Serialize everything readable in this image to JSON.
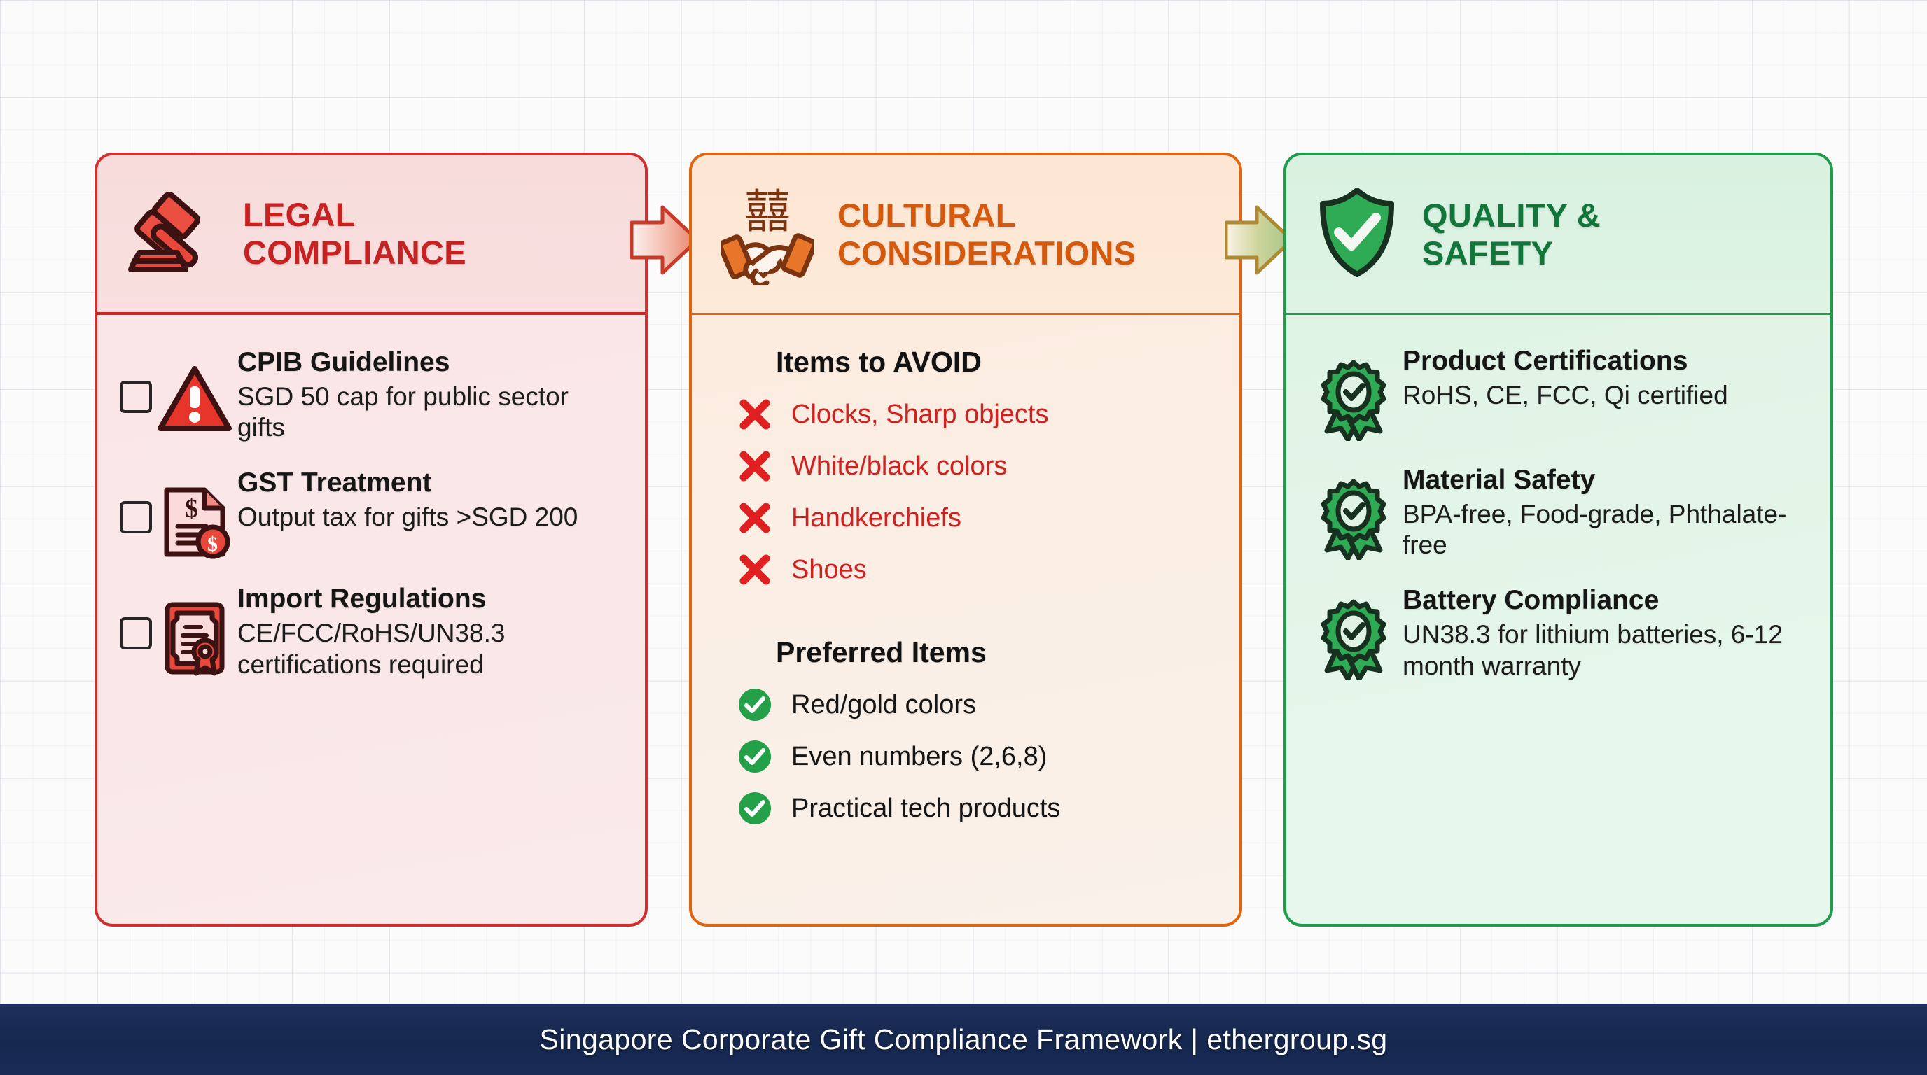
{
  "background": {
    "style": "grid-paper",
    "grid_color": "#96a0b4"
  },
  "panels": [
    {
      "id": "legal",
      "title": "LEGAL\nCOMPLIANCE",
      "title_line1": "LEGAL",
      "title_line2": "COMPLIANCE",
      "accent_color": "#c62222",
      "border_color": "#d32f2f",
      "header_icon": "gavel-icon",
      "items": [
        {
          "checkbox": false,
          "icon": "warning-triangle-icon",
          "title": "CPIB Guidelines",
          "desc": "SGD 50 cap for public sector gifts"
        },
        {
          "checkbox": false,
          "icon": "invoice-dollar-icon",
          "title": "GST Treatment",
          "desc": "Output tax for gifts >SGD 200"
        },
        {
          "checkbox": false,
          "icon": "certificate-seal-icon",
          "title": "Import Regulations",
          "desc": "CE/FCC/RoHS/UN38.3 certifications required"
        }
      ]
    },
    {
      "id": "cultural",
      "title_line1": "CULTURAL",
      "title_line2": "CONSIDERATIONS",
      "accent_color": "#d4590c",
      "border_color": "#df6511",
      "header_icon": "handshake-double-happiness-icon",
      "header_icon_glyph": "囍",
      "avoid": {
        "heading": "Items to AVOID",
        "marker": "red-x-icon",
        "items": [
          "Clocks, Sharp objects",
          "White/black colors",
          "Handkerchiefs",
          "Shoes"
        ]
      },
      "preferred": {
        "heading": "Preferred Items",
        "marker": "green-check-circle-icon",
        "items": [
          "Red/gold colors",
          "Even numbers (2,6,8)",
          "Practical tech products"
        ]
      }
    },
    {
      "id": "quality",
      "title_line1": "QUALITY &",
      "title_line2": "SAFETY",
      "accent_color": "#11763a",
      "border_color": "#1f9d4d",
      "header_icon": "shield-check-icon",
      "items": [
        {
          "icon": "award-rosette-check-icon",
          "title": "Product Certifications",
          "desc": "RoHS, CE, FCC, Qi certified"
        },
        {
          "icon": "award-rosette-check-icon",
          "title": "Material Safety",
          "desc": "BPA-free, Food-grade, Phthalate-free"
        },
        {
          "icon": "award-rosette-check-icon",
          "title": "Battery Compliance",
          "desc": "UN38.3 for lithium batteries, 6-12 month warranty"
        }
      ]
    }
  ],
  "arrows": [
    {
      "id": "arrow-legal-to-cultural",
      "from": "legal",
      "to": "cultural",
      "color_start": "#d32f2f",
      "color_end": "#f3b9a4"
    },
    {
      "id": "arrow-cultural-to-quality",
      "from": "cultural",
      "to": "quality",
      "color_start": "#df6511",
      "color_end": "#a9c48a"
    }
  ],
  "footer": {
    "text": "Singapore Corporate Gift Compliance Framework | ethergroup.sg",
    "background_color": "#16284f",
    "text_color": "#ffffff"
  }
}
